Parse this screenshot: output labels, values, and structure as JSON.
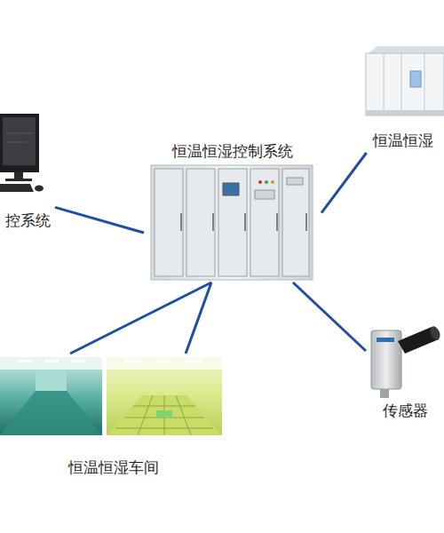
{
  "diagram": {
    "nodes": [
      {
        "text": [
          "控系统"
        ]
      },
      {
        "text": [
          "恒温恒湿控制系统"
        ]
      },
      {
        "text": [
          "恒温恒湿"
        ]
      },
      {
        "text": [
          "传感器"
        ]
      },
      {
        "text": [
          "恒温恒湿车间"
        ]
      }
    ],
    "edges": [
      {
        "from": 1,
        "to": 0,
        "arrow": "none"
      },
      {
        "from": 1,
        "to": 2,
        "arrow": "none"
      },
      {
        "from": 1,
        "to": 3,
        "arrow": "none"
      },
      {
        "from": 1,
        "to": 4,
        "arrow": "none"
      },
      {
        "from": 1,
        "to": 4,
        "arrow": "none"
      }
    ]
  }
}
